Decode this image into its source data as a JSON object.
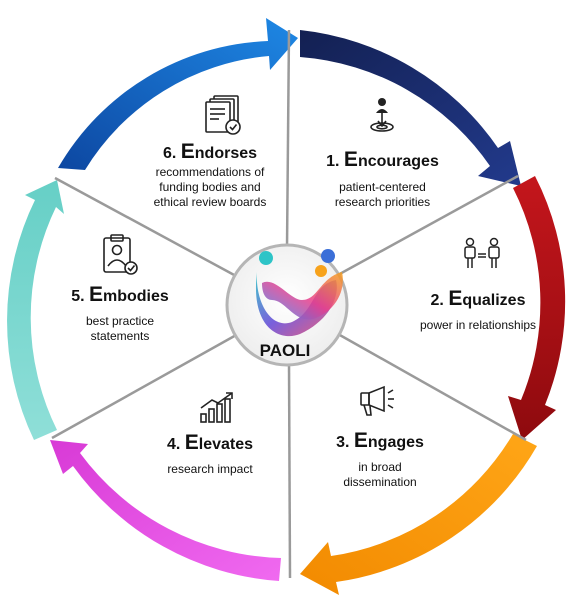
{
  "center": {
    "name": "PAOLI"
  },
  "segments": [
    {
      "num": "1.",
      "initial": "E",
      "rest": "ncourages",
      "desc": [
        "patient-centered",
        "research priorities"
      ],
      "icon": "target-person-icon",
      "color": "#1a2a6c"
    },
    {
      "num": "2.",
      "initial": "E",
      "rest": "qualizes",
      "desc": [
        "power in relationships"
      ],
      "icon": "two-people-icon",
      "color": "#b00d12"
    },
    {
      "num": "3.",
      "initial": "E",
      "rest": "ngages",
      "desc": [
        "in broad",
        "dissemination"
      ],
      "icon": "megaphone-icon",
      "color": "#f59a0c"
    },
    {
      "num": "4.",
      "initial": "E",
      "rest": "levates",
      "desc": [
        "research impact"
      ],
      "icon": "growth-chart-icon",
      "color": "#ea4ee6"
    },
    {
      "num": "5.",
      "initial": "E",
      "rest": "mbodies",
      "desc": [
        "best practice",
        "statements"
      ],
      "icon": "clipboard-person-icon",
      "color": "#7ed9d2"
    },
    {
      "num": "6.",
      "initial": "E",
      "rest": "ndorses",
      "desc": [
        "recommendations of",
        "funding bodies and",
        "ethical review boards"
      ],
      "icon": "certified-documents-icon",
      "color": "#1565c0"
    }
  ]
}
